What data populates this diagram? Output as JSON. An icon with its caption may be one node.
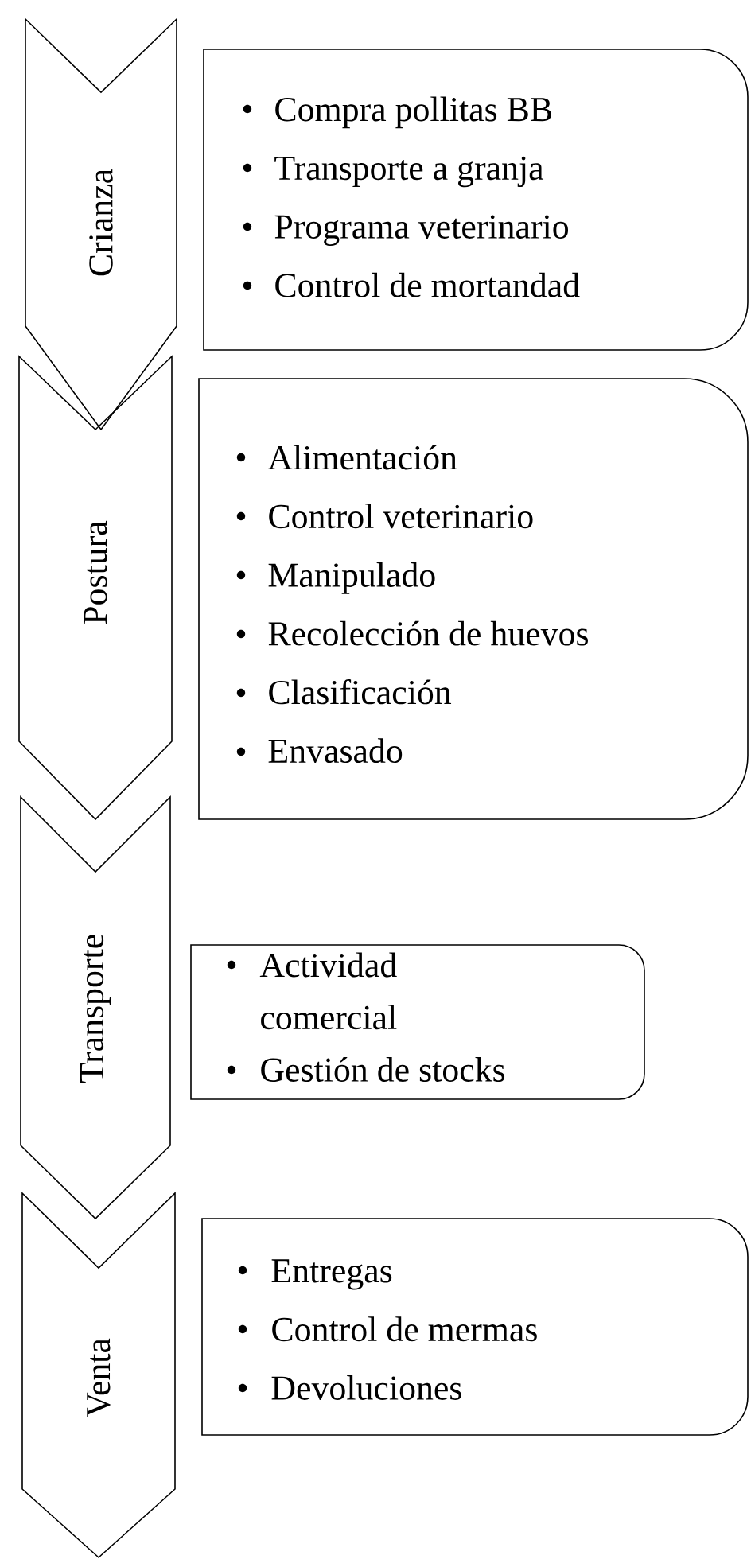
{
  "diagram": {
    "nodes": [
      {
        "text": [
          "Crianza"
        ]
      },
      {
        "text": [
          "Compra pollitas BB",
          "Transporte a granja",
          "Programa veterinario",
          "Control de mortandad"
        ]
      },
      {
        "text": [
          "Postura"
        ]
      },
      {
        "text": [
          "Alimentación",
          "Control veterinario",
          "Manipulado",
          "Recolección de huevos",
          "Clasificación",
          "Envasado"
        ]
      },
      {
        "text": [
          "Transporte"
        ]
      },
      {
        "text": [
          "Actividad comercial",
          "Gestión de stocks"
        ]
      },
      {
        "text": [
          "Venta"
        ]
      },
      {
        "text": [
          "Entregas",
          "Control de mermas",
          "Devoluciones"
        ]
      }
    ]
  }
}
